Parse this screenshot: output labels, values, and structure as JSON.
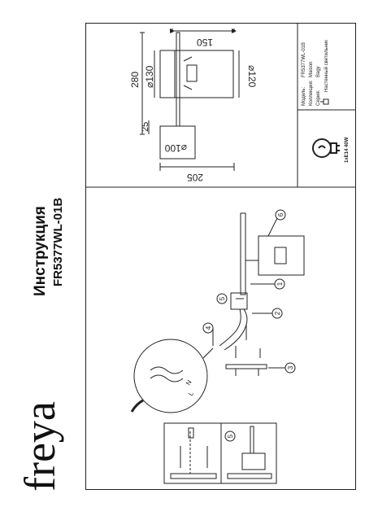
{
  "brand": "freya",
  "document": {
    "title": "Инструкция",
    "model": "FR5377WL-01B"
  },
  "dimensions": {
    "width_total": "205",
    "height_total": "280",
    "shade_length": "150",
    "shade_diameter_left": "⌀130",
    "shade_diameter_right": "⌀120",
    "base_diameter": "⌀100",
    "base_depth": "25"
  },
  "specs": {
    "model_label": "Модель:",
    "model_value": "FR5377WL-01B",
    "collection_label": "Коллекция:",
    "collection_value": "Maison",
    "series_label": "Серия:",
    "series_value": "Bagy",
    "type_value": "Настенный светильник"
  },
  "lamp": {
    "spec": "1xE14 40W"
  },
  "callouts": [
    "1",
    "2",
    "3",
    "4",
    "5",
    "6"
  ],
  "assembly_labels": {
    "l_letter": "L",
    "n_letter": "N"
  }
}
